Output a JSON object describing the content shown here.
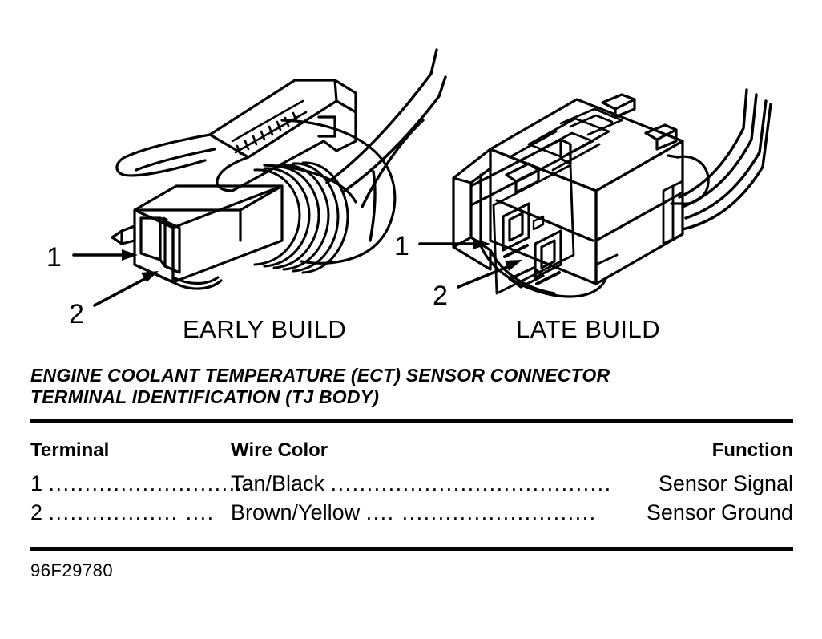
{
  "document": {
    "figure_id": "96F29780"
  },
  "figure": {
    "early": {
      "caption": "EARLY BUILD",
      "callouts": [
        {
          "label": "1",
          "points_to": "terminal-cavity-1"
        },
        {
          "label": "2",
          "points_to": "terminal-cavity-2"
        }
      ]
    },
    "late": {
      "caption": "LATE BUILD",
      "callouts": [
        {
          "label": "1",
          "points_to": "terminal-cavity-1"
        },
        {
          "label": "2",
          "points_to": "terminal-cavity-2"
        }
      ]
    }
  },
  "title": {
    "line1": "ENGINE COOLANT TEMPERATURE (ECT) SENSOR CONNECTOR",
    "line2": "TERMINAL IDENTIFICATION (TJ BODY)"
  },
  "table": {
    "headers": {
      "terminal": "Terminal",
      "wire_color": "Wire Color",
      "function": "Function"
    },
    "rows": [
      {
        "terminal": "1",
        "leader1": "............................",
        "wire_color": "Tan/Black",
        "leader2": ".......................................",
        "function": "Sensor Signal"
      },
      {
        "terminal": "2",
        "leader1": "..................  ....",
        "wire_color": "Brown/Yellow",
        "leader2": "....  ...........................",
        "function": "Sensor Ground"
      }
    ]
  }
}
